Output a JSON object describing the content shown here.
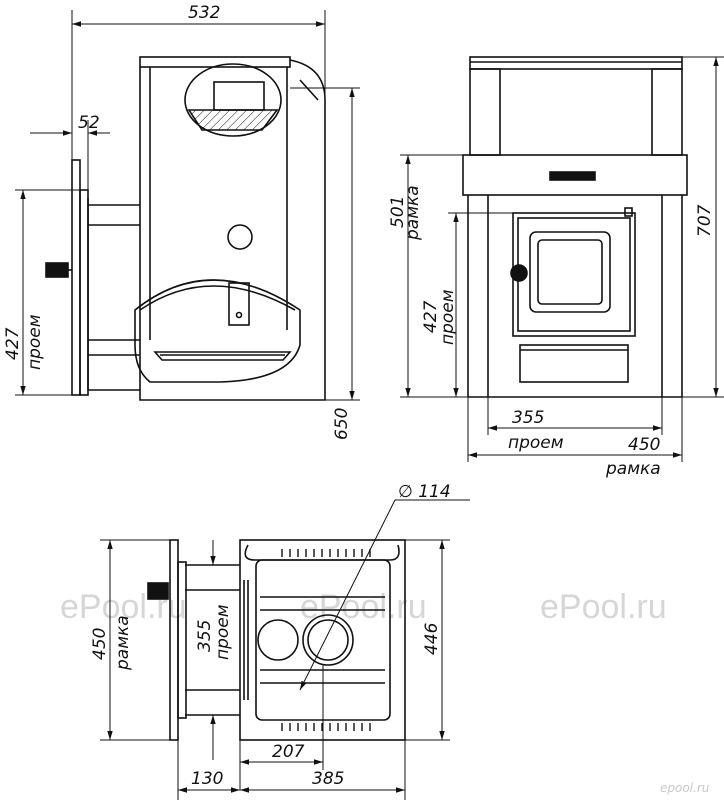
{
  "dims": {
    "side_width": "532",
    "side_offset": "52",
    "side_opening": "427",
    "side_opening_label": "проем",
    "side_height": "650",
    "front_frame_h": "501",
    "front_frame_h_label": "рамка",
    "front_opening_h": "427",
    "front_opening_h_label": "проем",
    "front_total_h": "707",
    "front_opening_w": "355",
    "front_opening_w_label": "проем",
    "front_frame_w": "450",
    "front_frame_w_label": "рамка",
    "top_diameter": "∅ 114",
    "top_frame": "450",
    "top_frame_label": "рамка",
    "top_opening": "355",
    "top_opening_label": "проем",
    "top_depth": "446",
    "top_center": "207",
    "top_offset": "130",
    "top_body": "385"
  },
  "watermarks": [
    "ePool.ru",
    "ePool.ru",
    "ePool.ru"
  ],
  "logo": "epool.ru"
}
